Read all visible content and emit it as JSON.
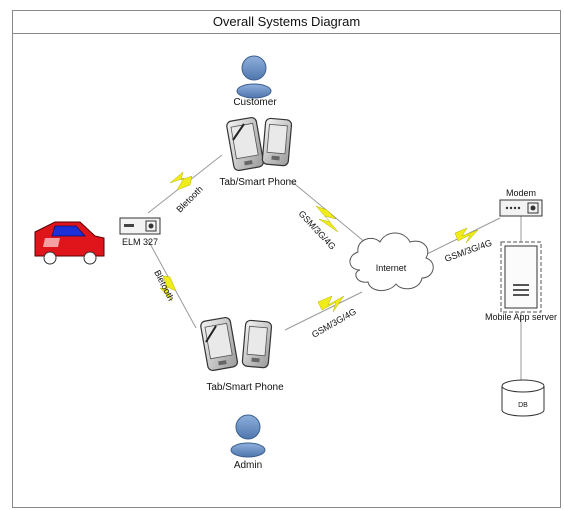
{
  "title": "Overall Systems Diagram",
  "nodes": {
    "customer": "Customer",
    "admin": "Admin",
    "tab_top": "Tab/Smart Phone",
    "tab_bottom": "Tab/Smart Phone",
    "elm": "ELM 327",
    "internet": "Internet",
    "modem": "Modem",
    "server": "Mobile App server",
    "db": "DB"
  },
  "links": {
    "bt_top": "Bletooth",
    "bt_bottom": "Bletooth",
    "gsm_top": "GSM/3G/4G",
    "gsm_bottom": "GSM/3G/4G",
    "gsm_modem": "GSM/3G/4G"
  },
  "colors": {
    "person": "#6a8fc2",
    "car_red": "#e0141b",
    "car_blue": "#1d2fd6",
    "lightning": "#f0ec1a",
    "line": "#8a8a8a"
  }
}
